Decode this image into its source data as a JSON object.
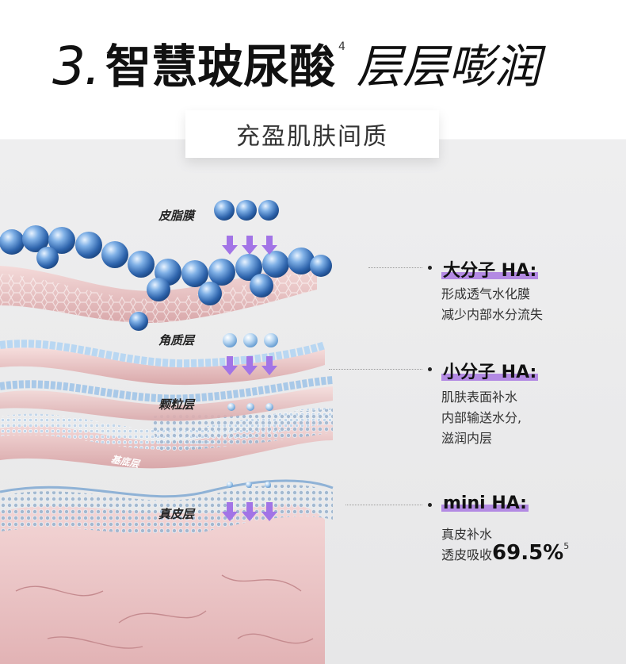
{
  "header": {
    "number": "3.",
    "title_bold": "智慧玻尿酸",
    "footnote": "4",
    "title_light": "层层嘭润",
    "subtitle": "充盈肌肤间质"
  },
  "layers": {
    "sebum": "皮脂膜",
    "stratum_corneum": "角质层",
    "granular": "颗粒层",
    "basal": "基底层",
    "dermis": "真皮层"
  },
  "callouts": [
    {
      "title": "大分子 HA:",
      "lines": [
        "形成透气水化膜",
        "减少内部水分流失"
      ]
    },
    {
      "title": "小分子 HA:",
      "lines": [
        "肌肤表面补水",
        "内部输送水分,",
        "滋润内层"
      ]
    },
    {
      "title": "mini HA:",
      "lines": [
        "真皮补水"
      ],
      "penetration_label": "透皮吸收",
      "penetration_value": "69.5%",
      "penetration_footnote": "5"
    }
  ],
  "colors": {
    "accent_highlight": "#b38ae3",
    "arrow": "#a274e6",
    "bead_blue": "#3f7fc7",
    "skin_pink": "#e9c3c4"
  }
}
